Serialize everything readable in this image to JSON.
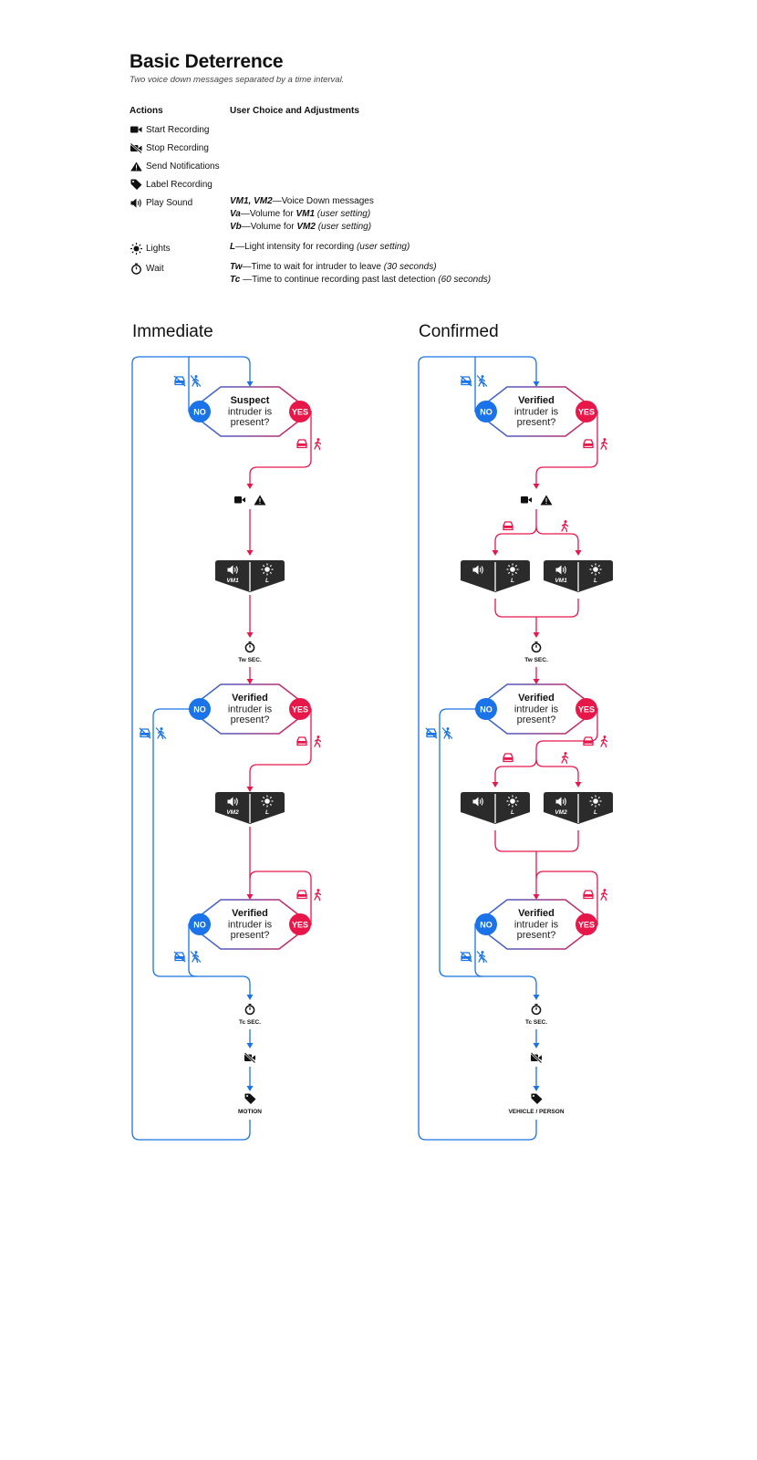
{
  "header": {
    "title": "Basic Deterrence",
    "subtitle": "Two voice down messages separated by a time interval."
  },
  "legend": {
    "col_actions": "Actions",
    "col_choice": "User Choice and Adjustments",
    "actions": [
      {
        "icon": "video-camera-icon",
        "label": "Start Recording"
      },
      {
        "icon": "video-off-icon",
        "label": "Stop Recording"
      },
      {
        "icon": "warning-icon",
        "label": "Send Notifications"
      },
      {
        "icon": "tag-icon",
        "label": "Label Recording"
      },
      {
        "icon": "speaker-icon",
        "label": "Play Sound"
      },
      {
        "icon": "sun-icon",
        "label": "Lights"
      },
      {
        "icon": "stopwatch-icon",
        "label": "Wait"
      }
    ],
    "desc": {
      "vm_key": "VM1, VM2",
      "vm_text": "—Voice Down messages",
      "va_key": "Va",
      "va_text": "—Volume for ",
      "va_ref": "VM1",
      "va_note": " (user setting)",
      "vb_key": "Vb",
      "vb_text": "—Volume for ",
      "vb_ref": "VM2",
      "vb_note": " (user setting)",
      "l_key": "L",
      "l_text": "—Light intensity for recording ",
      "l_note": "(user setting)",
      "tw_key": "Tw",
      "tw_text": "—Time to wait for intruder to leave ",
      "tw_note": "(30 seconds)",
      "tc_key": "Tc",
      "tc_text": " —Time to continue recording past last detection ",
      "tc_note": "(60 seconds)"
    }
  },
  "flows": {
    "immediate": {
      "title": "Immediate",
      "d1": {
        "bold": "Suspect",
        "l2": "intruder is",
        "l3": "present?"
      },
      "d2": {
        "bold": "Verified",
        "l2": "intruder is",
        "l3": "present?"
      },
      "d3": {
        "bold": "Verified",
        "l2": "intruder is",
        "l3": "present?"
      },
      "box1": {
        "left": "VM1",
        "right": "L"
      },
      "box2": {
        "left": "VM2",
        "right": "L"
      },
      "wait1": "Tw SEC.",
      "wait2": "Tc SEC.",
      "label": "MOTION"
    },
    "confirmed": {
      "title": "Confirmed",
      "d1": {
        "bold": "Verified",
        "l2": "intruder is",
        "l3": "present?"
      },
      "d2": {
        "bold": "Verified",
        "l2": "intruder is",
        "l3": "present?"
      },
      "d3": {
        "bold": "Verified",
        "l2": "intruder is",
        "l3": "present?"
      },
      "box1a": {
        "left": "",
        "right": "L"
      },
      "box1b": {
        "left": "VM1",
        "right": "L"
      },
      "box2a": {
        "left": "",
        "right": "L"
      },
      "box2b": {
        "left": "VM2",
        "right": "L"
      },
      "wait1": "Tw SEC.",
      "wait2": "Tc SEC.",
      "label": "VEHICLE / PERSON"
    },
    "yes": "YES",
    "no": "NO"
  },
  "colors": {
    "red": "#e8174a",
    "blue": "#1a73e8",
    "dark": "#2b2b2b"
  }
}
